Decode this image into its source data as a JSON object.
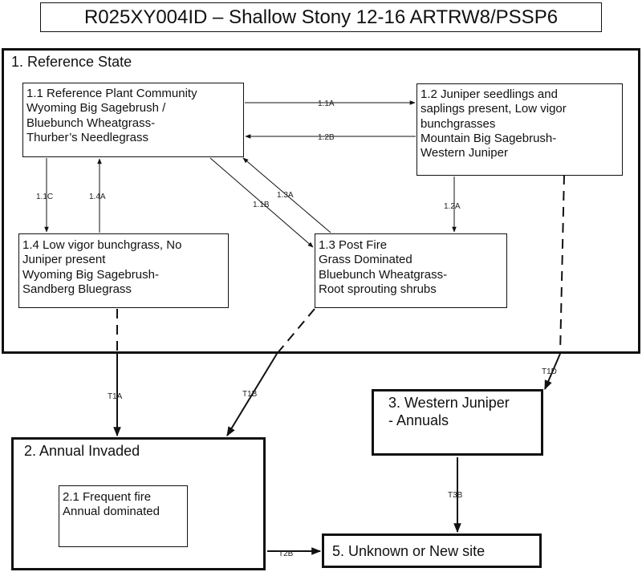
{
  "title": "R025XY004ID – Shallow Stony 12-16 ARTRW8/PSSP6",
  "states": {
    "reference": {
      "label": "1. Reference State"
    },
    "annual": {
      "label": "2. Annual Invaded"
    },
    "juniper": {
      "label": "3. Western Juniper\n- Annuals"
    },
    "unknown": {
      "label": "5. Unknown or New site"
    }
  },
  "communities": {
    "c11": {
      "text": "1.1 Reference Plant Community\nWyoming Big Sagebrush /\nBluebunch Wheatgrass-\nThurber’s Needlegrass"
    },
    "c12": {
      "text": "1.2 Juniper seedlings and\nsaplings present, Low vigor\nbunchgrasses\nMountain Big Sagebrush-\nWestern Juniper"
    },
    "c13": {
      "text": "1.3 Post Fire\nGrass Dominated\nBluebunch Wheatgrass-\nRoot sprouting shrubs"
    },
    "c14": {
      "text": "1.4 Low vigor bunchgrass, No\nJuniper present\nWyoming Big Sagebrush-\nSandberg Bluegrass"
    },
    "c21": {
      "text": "2.1 Frequent fire\nAnnual dominated"
    }
  },
  "transitions": {
    "t1_1A": "1.1A",
    "t1_2B": "1.2B",
    "t1_1C": "1.1C",
    "t1_4A": "1.4A",
    "t1_1B": "1.1B",
    "t1_3A": "1.3A",
    "t1_2A": "1.2A",
    "tT1A": "T1A",
    "tT1B": "T1B",
    "tT1D": "T1D",
    "tT3B": "T3B",
    "tT2B": "T2B"
  }
}
